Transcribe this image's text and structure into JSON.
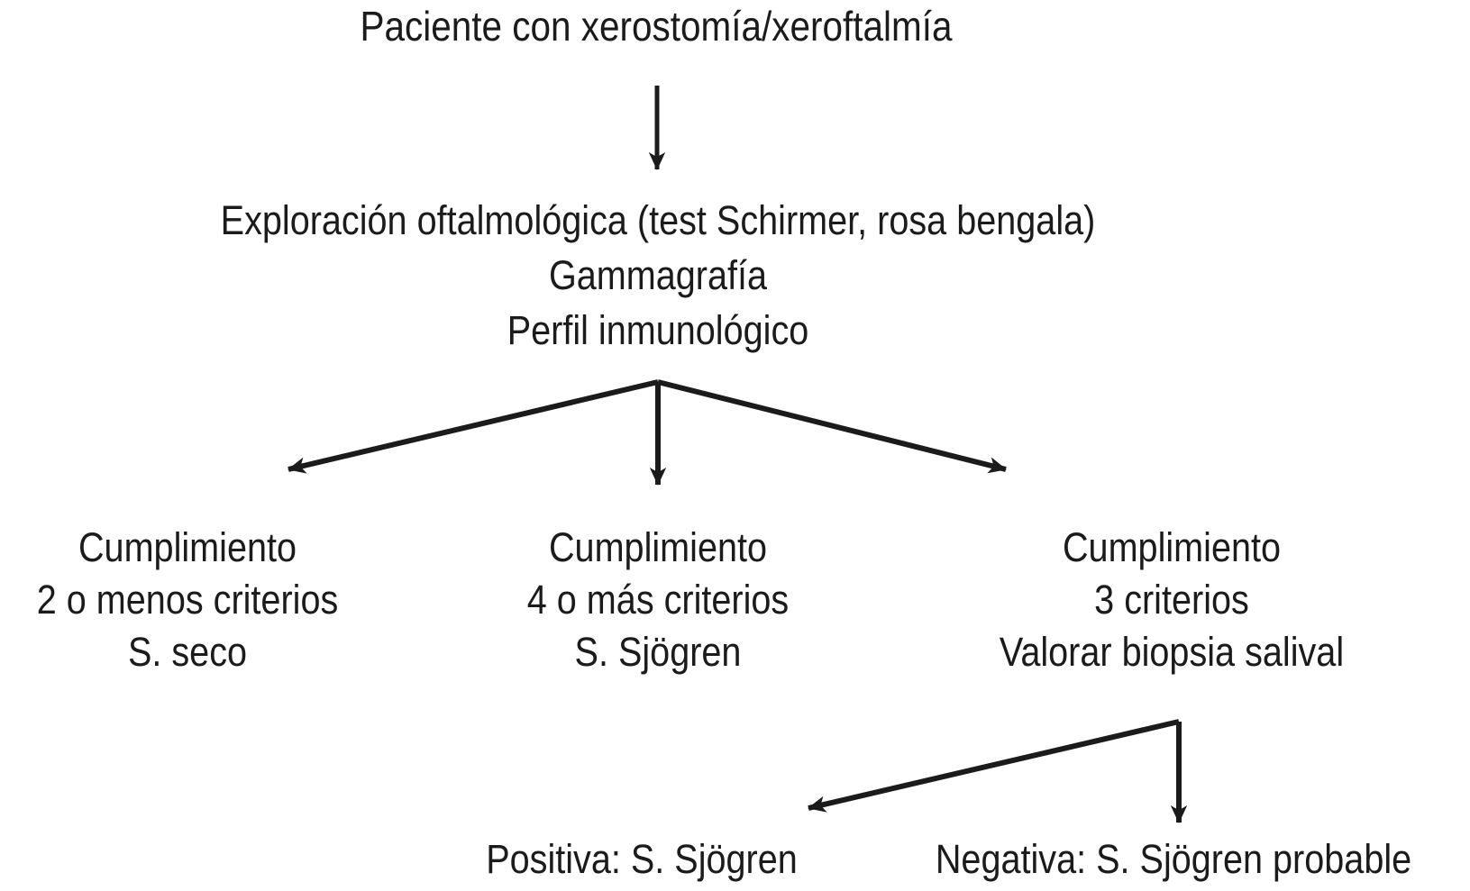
{
  "diagram": {
    "type": "flowchart",
    "background_color": "#ffffff",
    "ink_color": "#1b1b1b",
    "nodes": {
      "patient": {
        "text": "Paciente con xerostomía/xeroftalmía"
      },
      "workup": {
        "lines": [
          "Exploración oftalmológica (test Schirmer, rosa bengala)",
          "Gammagrafía",
          "Perfil inmunológico"
        ]
      },
      "outcome_left": {
        "lines": [
          "Cumplimiento",
          "2 o menos criterios",
          "S. seco"
        ]
      },
      "outcome_center": {
        "lines": [
          "Cumplimiento",
          "4 o más criterios",
          "S. Sjögren"
        ]
      },
      "outcome_right": {
        "lines": [
          "Cumplimiento",
          "3 criterios",
          "Valorar biopsia salival"
        ]
      },
      "biopsy_positive": {
        "text": "Positiva: S. Sjögren"
      },
      "biopsy_negative": {
        "text": "Negativa: S. Sjögren probable"
      }
    },
    "arrows": [
      "patient -> workup",
      "workup -> outcome_left",
      "workup -> outcome_center",
      "workup -> outcome_right",
      "outcome_right -> biopsy_positive",
      "outcome_right -> biopsy_negative"
    ]
  }
}
